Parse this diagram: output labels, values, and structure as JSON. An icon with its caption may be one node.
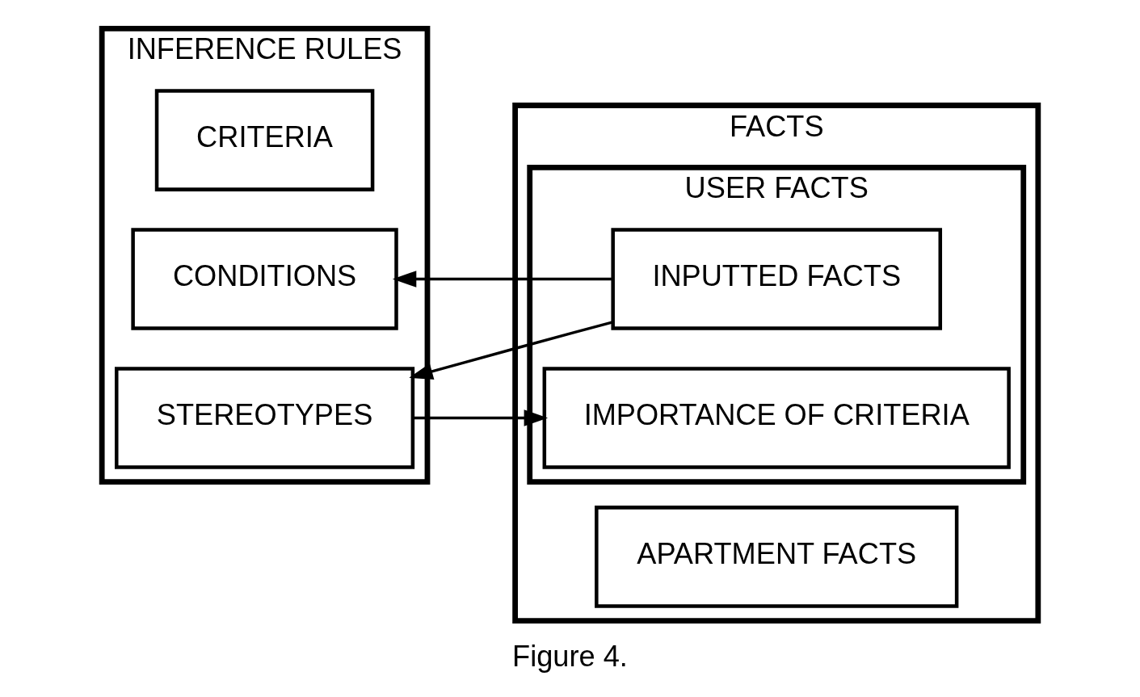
{
  "diagram": {
    "caption": "Figure 4.",
    "nodes": [
      {
        "text": [
          "INFERENCE RULES"
        ]
      },
      {
        "text": [
          "CRITERIA"
        ],
        "in": 0
      },
      {
        "text": [
          "CONDITIONS"
        ],
        "in": 0
      },
      {
        "text": [
          "STEREOTYPES"
        ],
        "in": 0
      },
      {
        "text": [
          "FACTS"
        ]
      },
      {
        "text": [
          "USER FACTS"
        ],
        "in": 4
      },
      {
        "text": [
          "INPUTTED FACTS"
        ],
        "in": 5
      },
      {
        "text": [
          "IMPORTANCE OF CRITERIA"
        ],
        "in": 5
      },
      {
        "text": [
          "APARTMENT FACTS"
        ],
        "in": 4
      }
    ],
    "edges": [
      {
        "from": 6,
        "to": 2,
        "arrow": "to"
      },
      {
        "from": 6,
        "to": 3,
        "arrow": "to"
      },
      {
        "from": 3,
        "to": 7,
        "arrow": "to"
      }
    ]
  }
}
